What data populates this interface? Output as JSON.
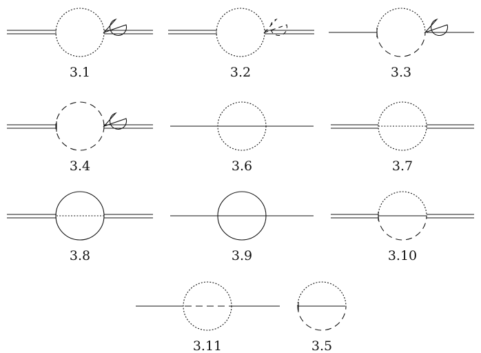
{
  "figure": {
    "diagrams": [
      {
        "id": "3.1",
        "label": "3.1"
      },
      {
        "id": "3.2",
        "label": "3.2"
      },
      {
        "id": "3.3",
        "label": "3.3"
      },
      {
        "id": "3.4",
        "label": "3.4"
      },
      {
        "id": "3.6",
        "label": "3.6"
      },
      {
        "id": "3.7",
        "label": "3.7"
      },
      {
        "id": "3.8",
        "label": "3.8"
      },
      {
        "id": "3.9",
        "label": "3.9"
      },
      {
        "id": "3.10",
        "label": "3.10"
      },
      {
        "id": "3.11",
        "label": "3.11"
      },
      {
        "id": "3.5",
        "label": "3.5"
      }
    ]
  }
}
